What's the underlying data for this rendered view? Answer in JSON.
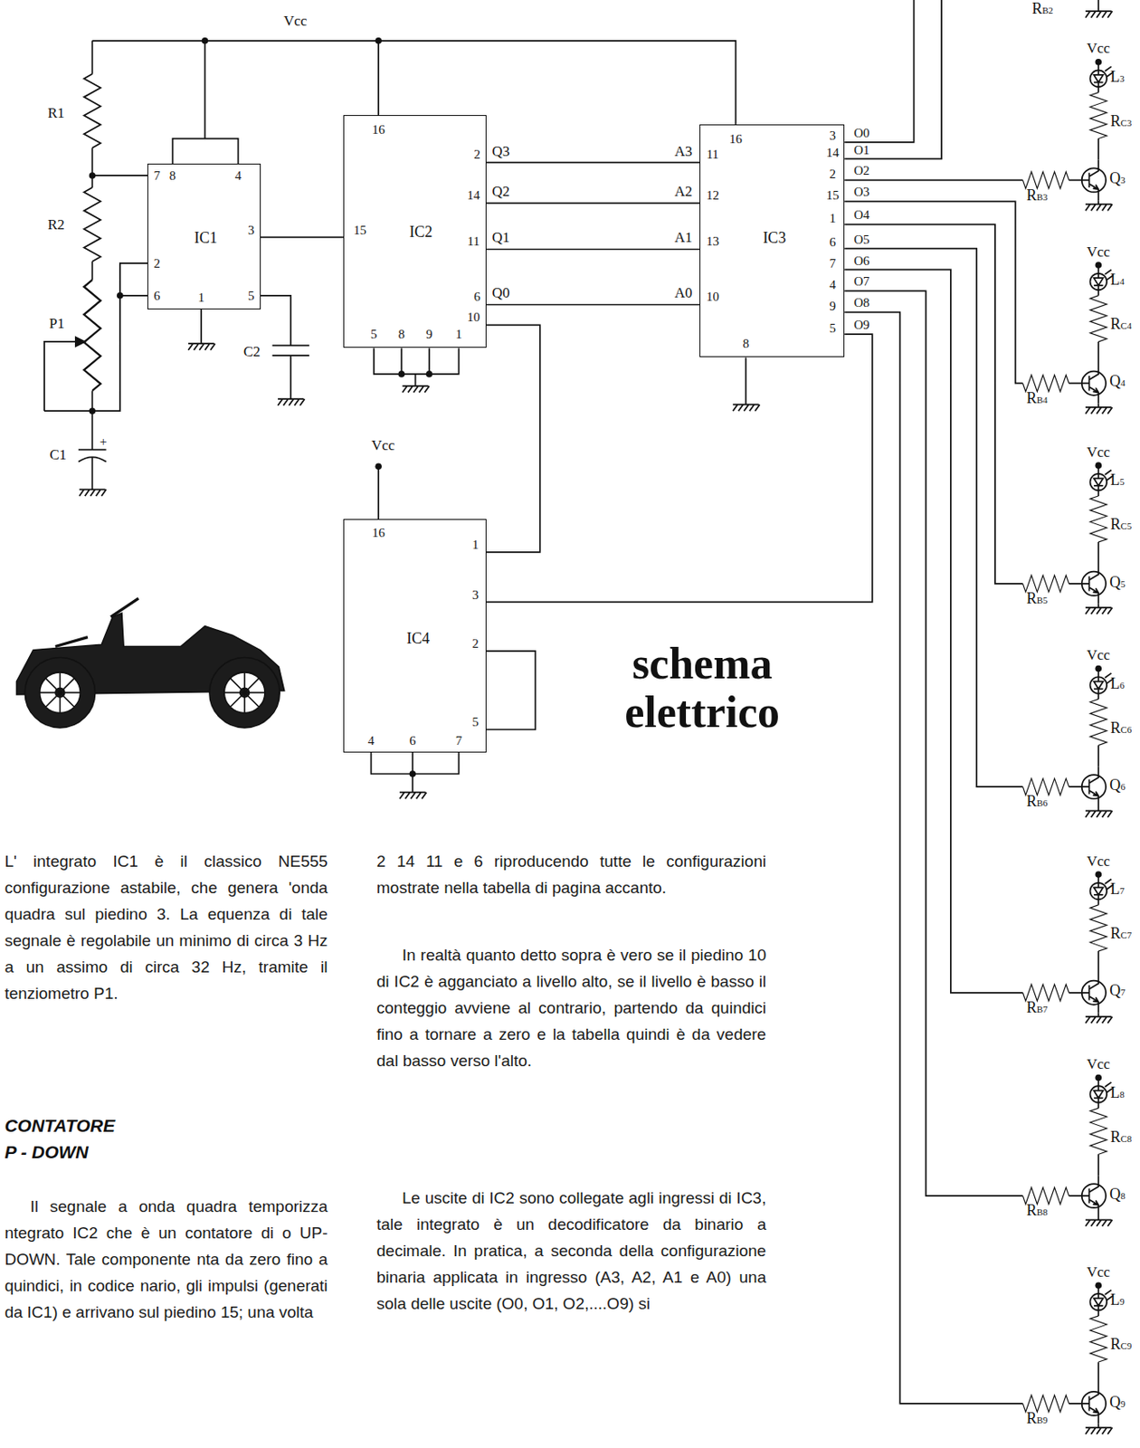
{
  "diagram": {
    "title": "schema elettrico",
    "nodes": [
      {
        "text": [
          "IC1"
        ]
      },
      {
        "text": [
          "IC2"
        ]
      },
      {
        "text": [
          "IC3"
        ]
      },
      {
        "text": [
          "IC4"
        ]
      }
    ],
    "edges": [
      {
        "from": 0,
        "to": 1,
        "arrow": "none"
      },
      {
        "from": 1,
        "to": 2,
        "arrow": "none"
      },
      {
        "from": 1,
        "to": 2,
        "arrow": "none"
      },
      {
        "from": 1,
        "to": 2,
        "arrow": "none"
      },
      {
        "from": 1,
        "to": 2,
        "arrow": "none"
      },
      {
        "from": 1,
        "to": 3,
        "arrow": "none"
      },
      {
        "from": 2,
        "to": 3,
        "arrow": "none"
      }
    ],
    "labels": [
      "Vcc",
      "R1",
      "R2",
      "P1",
      "C1",
      "C2",
      "7",
      "8",
      "4",
      "3",
      "2",
      "6",
      "1",
      "5",
      "16",
      "2",
      "14",
      "11",
      "6",
      "15",
      "10",
      "5",
      "8",
      "9",
      "1",
      "Q3",
      "Q2",
      "Q1",
      "Q0",
      "A3",
      "A2",
      "A1",
      "A0",
      "16",
      "11",
      "12",
      "13",
      "10",
      "8",
      "3",
      "14",
      "2",
      "15",
      "1",
      "6",
      "7",
      "4",
      "9",
      "5",
      "O0",
      "O1",
      "O2",
      "O3",
      "O4",
      "O5",
      "O6",
      "O7",
      "O8",
      "O9",
      "Vcc",
      "16",
      "1",
      "3",
      "2",
      "5",
      "4",
      "6",
      "7",
      "RB2",
      "+",
      "Vcc",
      "L3",
      "RC3",
      "RB3",
      "Q3",
      "Vcc",
      "L4",
      "RC4",
      "RB4",
      "Q4",
      "Vcc",
      "L5",
      "RC5",
      "RB5",
      "Q5",
      "Vcc",
      "L6",
      "RC6",
      "RB6",
      "Q6",
      "Vcc",
      "L7",
      "RC7",
      "RB7",
      "Q7",
      "Vcc",
      "L8",
      "RC8",
      "RB8",
      "Q8",
      "Vcc",
      "L9",
      "RC9",
      "RB9",
      "Q9",
      "L' integrato IC1 è il classico NE555 configurazione astabile, che genera 'onda quadra sul piedino 3. La equenza di tale segnale è regolabile un minimo di circa 3 Hz a un assimo di circa 32 Hz, tramite il tenziometro P1.",
      "CONTATORE P - DOWN",
      "Il segnale a onda quadra temporizza ntegrato IC2 che è un contatore di o UP-DOWN. Tale componente nta da zero fino a quindici, in codice nario, gli impulsi (generati da IC1) e arrivano sul piedino 15; una volta",
      "2 14 11 e 6 riproducendo tutte le configurazioni mostrate nella tabella di pagina accanto.",
      "In realtà quanto detto sopra è vero se il piedino 10 di IC2 è agganciato a livello alto, se il livello è basso il conteggio avviene al contrario, partendo da quindici fino a tornare a zero e la tabella quindi è da vedere dal basso verso l'alto.",
      "Le uscite di IC2 sono collegate agli ingressi di IC3, tale integrato è un decodificatore da binario a decimale. In pratica, a seconda della configurazione binaria applicata in ingresso (A3, A2, A1 e A0) una sola delle uscite (O0, O1, O2,....O9) si"
    ]
  }
}
